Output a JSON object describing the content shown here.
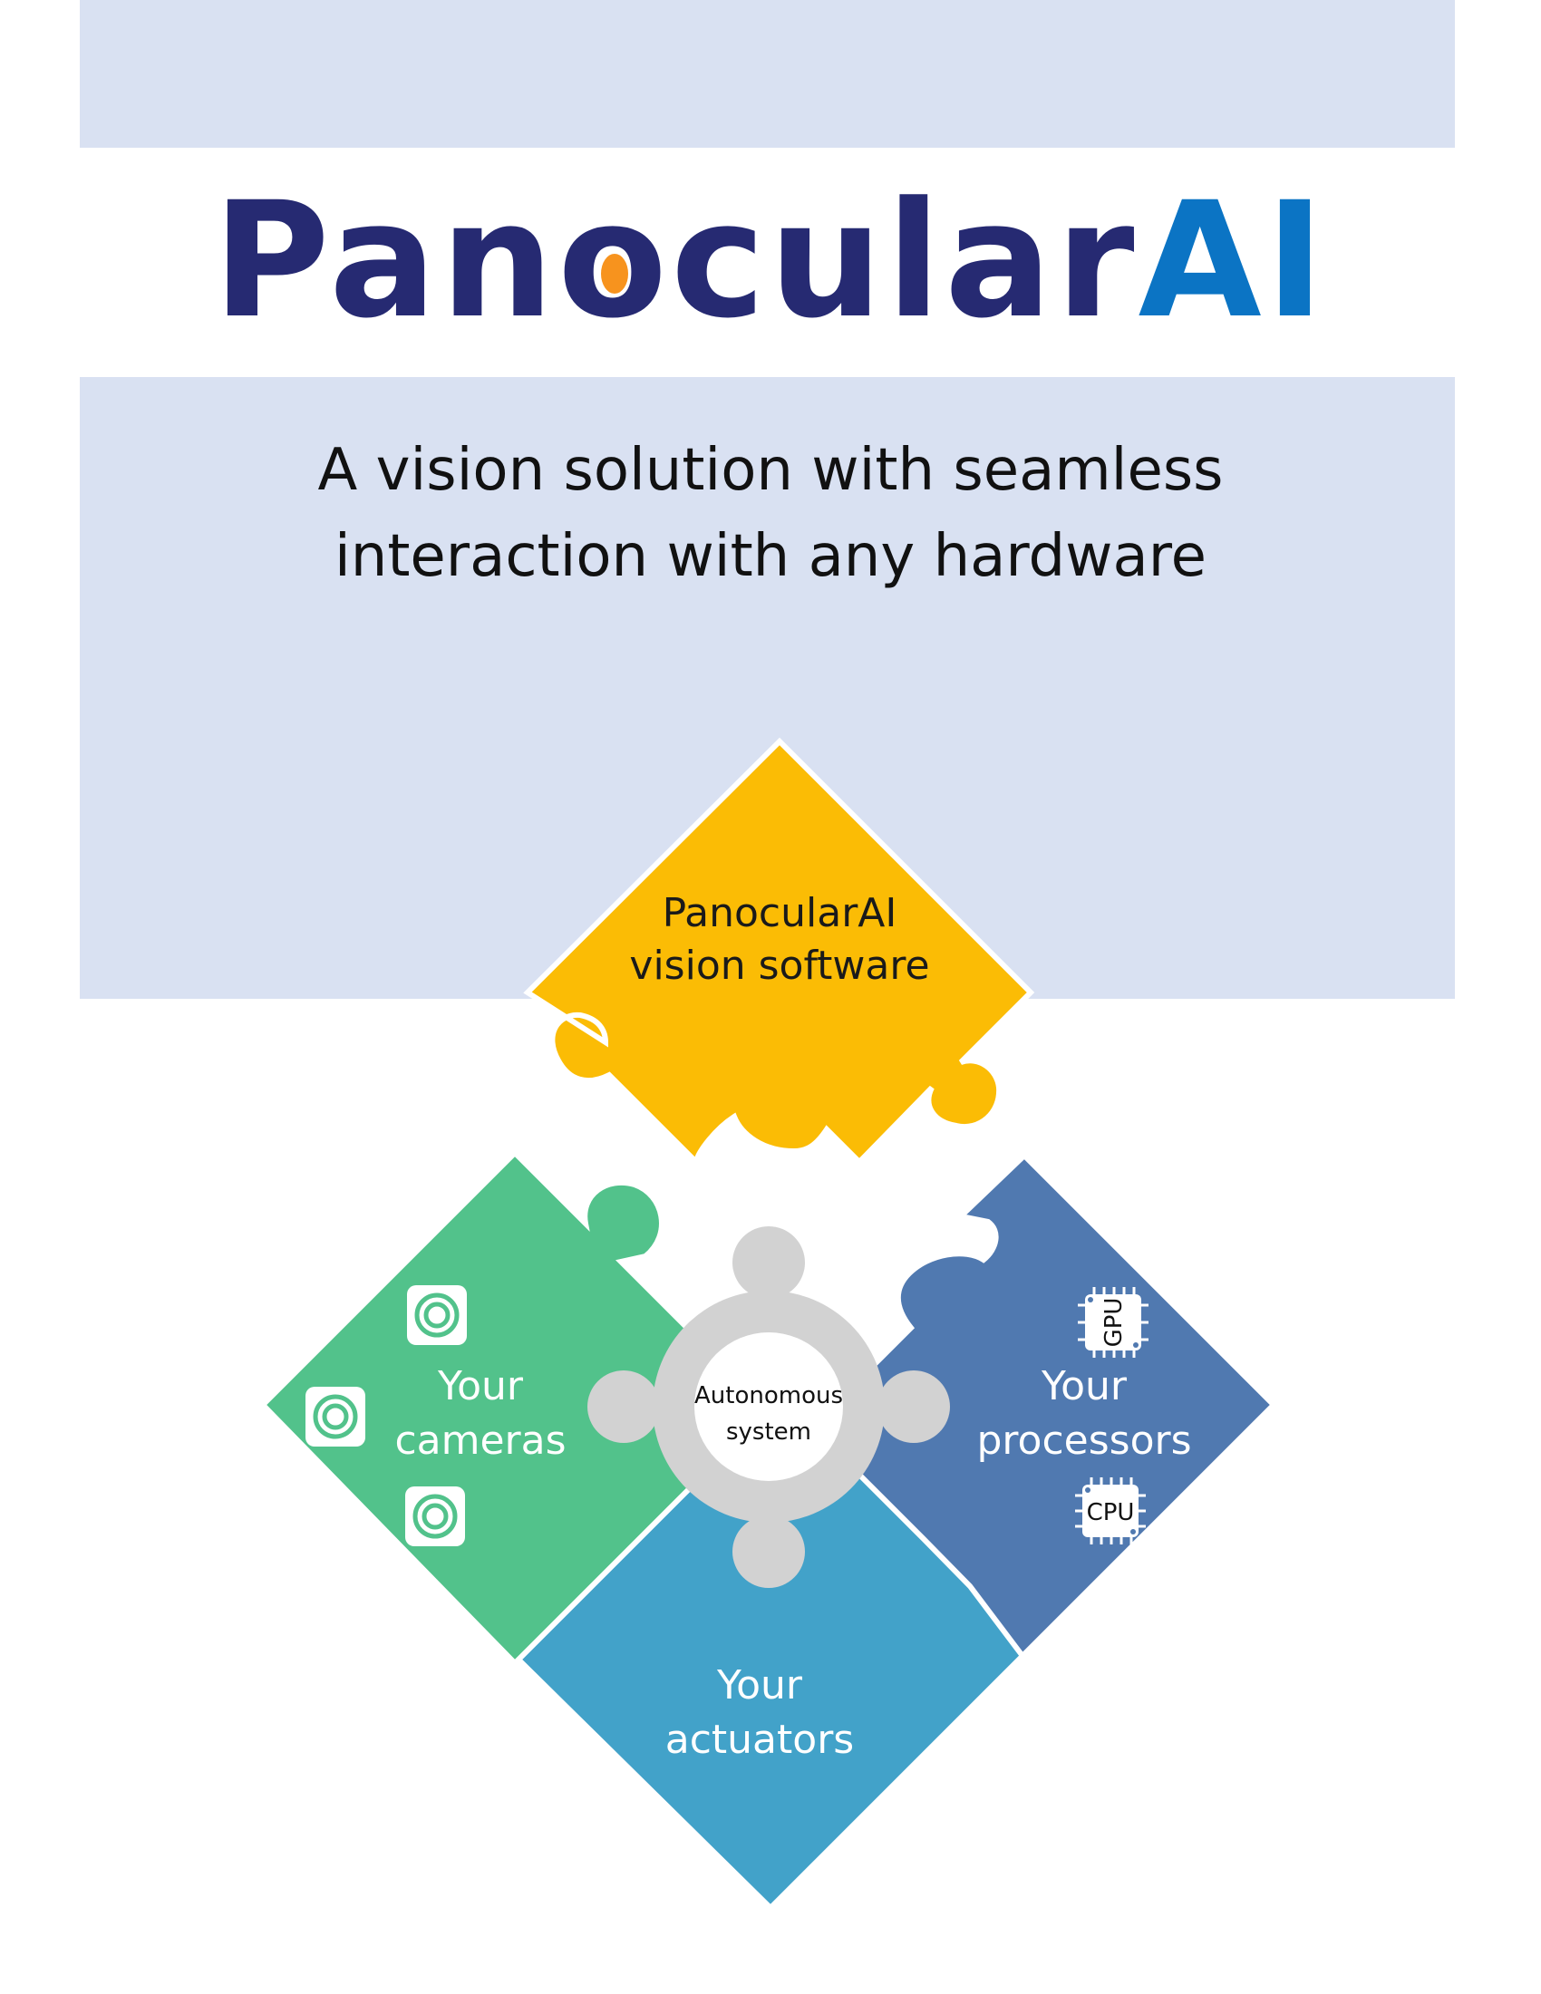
{
  "header": {
    "logo_main": "Panocular",
    "logo_ai": "AI",
    "logo_prefix": "Pan",
    "logo_o": "o",
    "logo_suffix": "cular"
  },
  "tagline": {
    "line1": "A vision solution with seamless",
    "line2": "interaction with any hardware"
  },
  "diagram": {
    "software": {
      "line1": "PanocularAI",
      "line2": "vision software"
    },
    "cameras": {
      "line1": "Your",
      "line2": "cameras"
    },
    "processors": {
      "line1": "Your",
      "line2": "processors"
    },
    "actuators": {
      "line1": "Your",
      "line2": "actuators"
    },
    "center": {
      "line1": "Autonomous",
      "line2": "system"
    },
    "gpu_label": "GPU",
    "cpu_label": "CPU",
    "icons": [
      "camera-icon",
      "camera-icon",
      "camera-icon",
      "gpu-chip-icon",
      "cpu-chip-icon"
    ]
  },
  "colors": {
    "band": "#d9e1f2",
    "logo_dark": "#262a72",
    "logo_blue": "#0b74c4",
    "logo_dot": "#f7931e",
    "software": "#fbbc05",
    "cameras": "#52c28b",
    "processors": "#5079b0",
    "actuators": "#42a2c9",
    "center": "#d2d2d2"
  }
}
